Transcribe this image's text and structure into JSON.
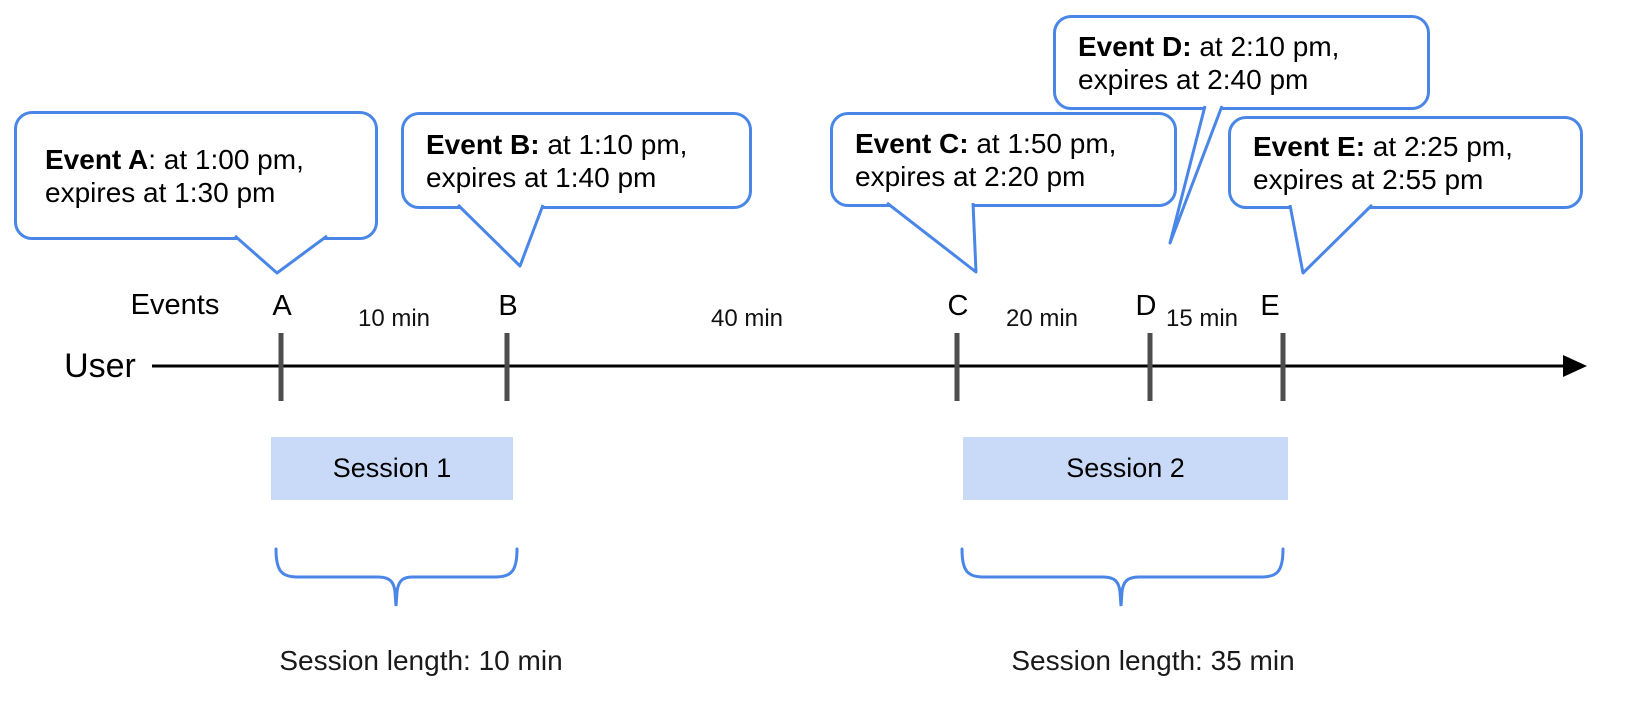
{
  "axis": {
    "user_label": "User",
    "events_label": "Events"
  },
  "event_bubbles": [
    {
      "id": "A",
      "bold_label": "Event A",
      "line1_rest": ": at 1:00 pm,",
      "line2": "expires at 1:30 pm"
    },
    {
      "id": "B",
      "bold_label": "Event B:",
      "line1_rest": " at 1:10 pm,",
      "line2": "expires at 1:40 pm"
    },
    {
      "id": "C",
      "bold_label": "Event C:",
      "line1_rest": " at 1:50 pm,",
      "line2": "expires at 2:20 pm"
    },
    {
      "id": "D",
      "bold_label": "Event D:",
      "line1_rest": " at 2:10 pm,",
      "line2": "expires at 2:40 pm"
    },
    {
      "id": "E",
      "bold_label": "Event E:",
      "line1_rest": " at 2:25 pm,",
      "line2": "expires at 2:55 pm"
    }
  ],
  "tick_letters": [
    "A",
    "B",
    "C",
    "D",
    "E"
  ],
  "interval_labels": [
    "10 min",
    "40 min",
    "20 min",
    "15 min"
  ],
  "sessions": [
    {
      "label": "Session 1",
      "length_label": "Session length: 10 min"
    },
    {
      "label": "Session 2",
      "length_label": "Session length: 35 min"
    }
  ],
  "colors": {
    "bubble_border_blue": "#4a86e8",
    "brace_blue": "#4a86e8",
    "session_fill": "#c9daf8",
    "tick_gray": "#4d4d4d",
    "timeline_black": "#000000"
  }
}
